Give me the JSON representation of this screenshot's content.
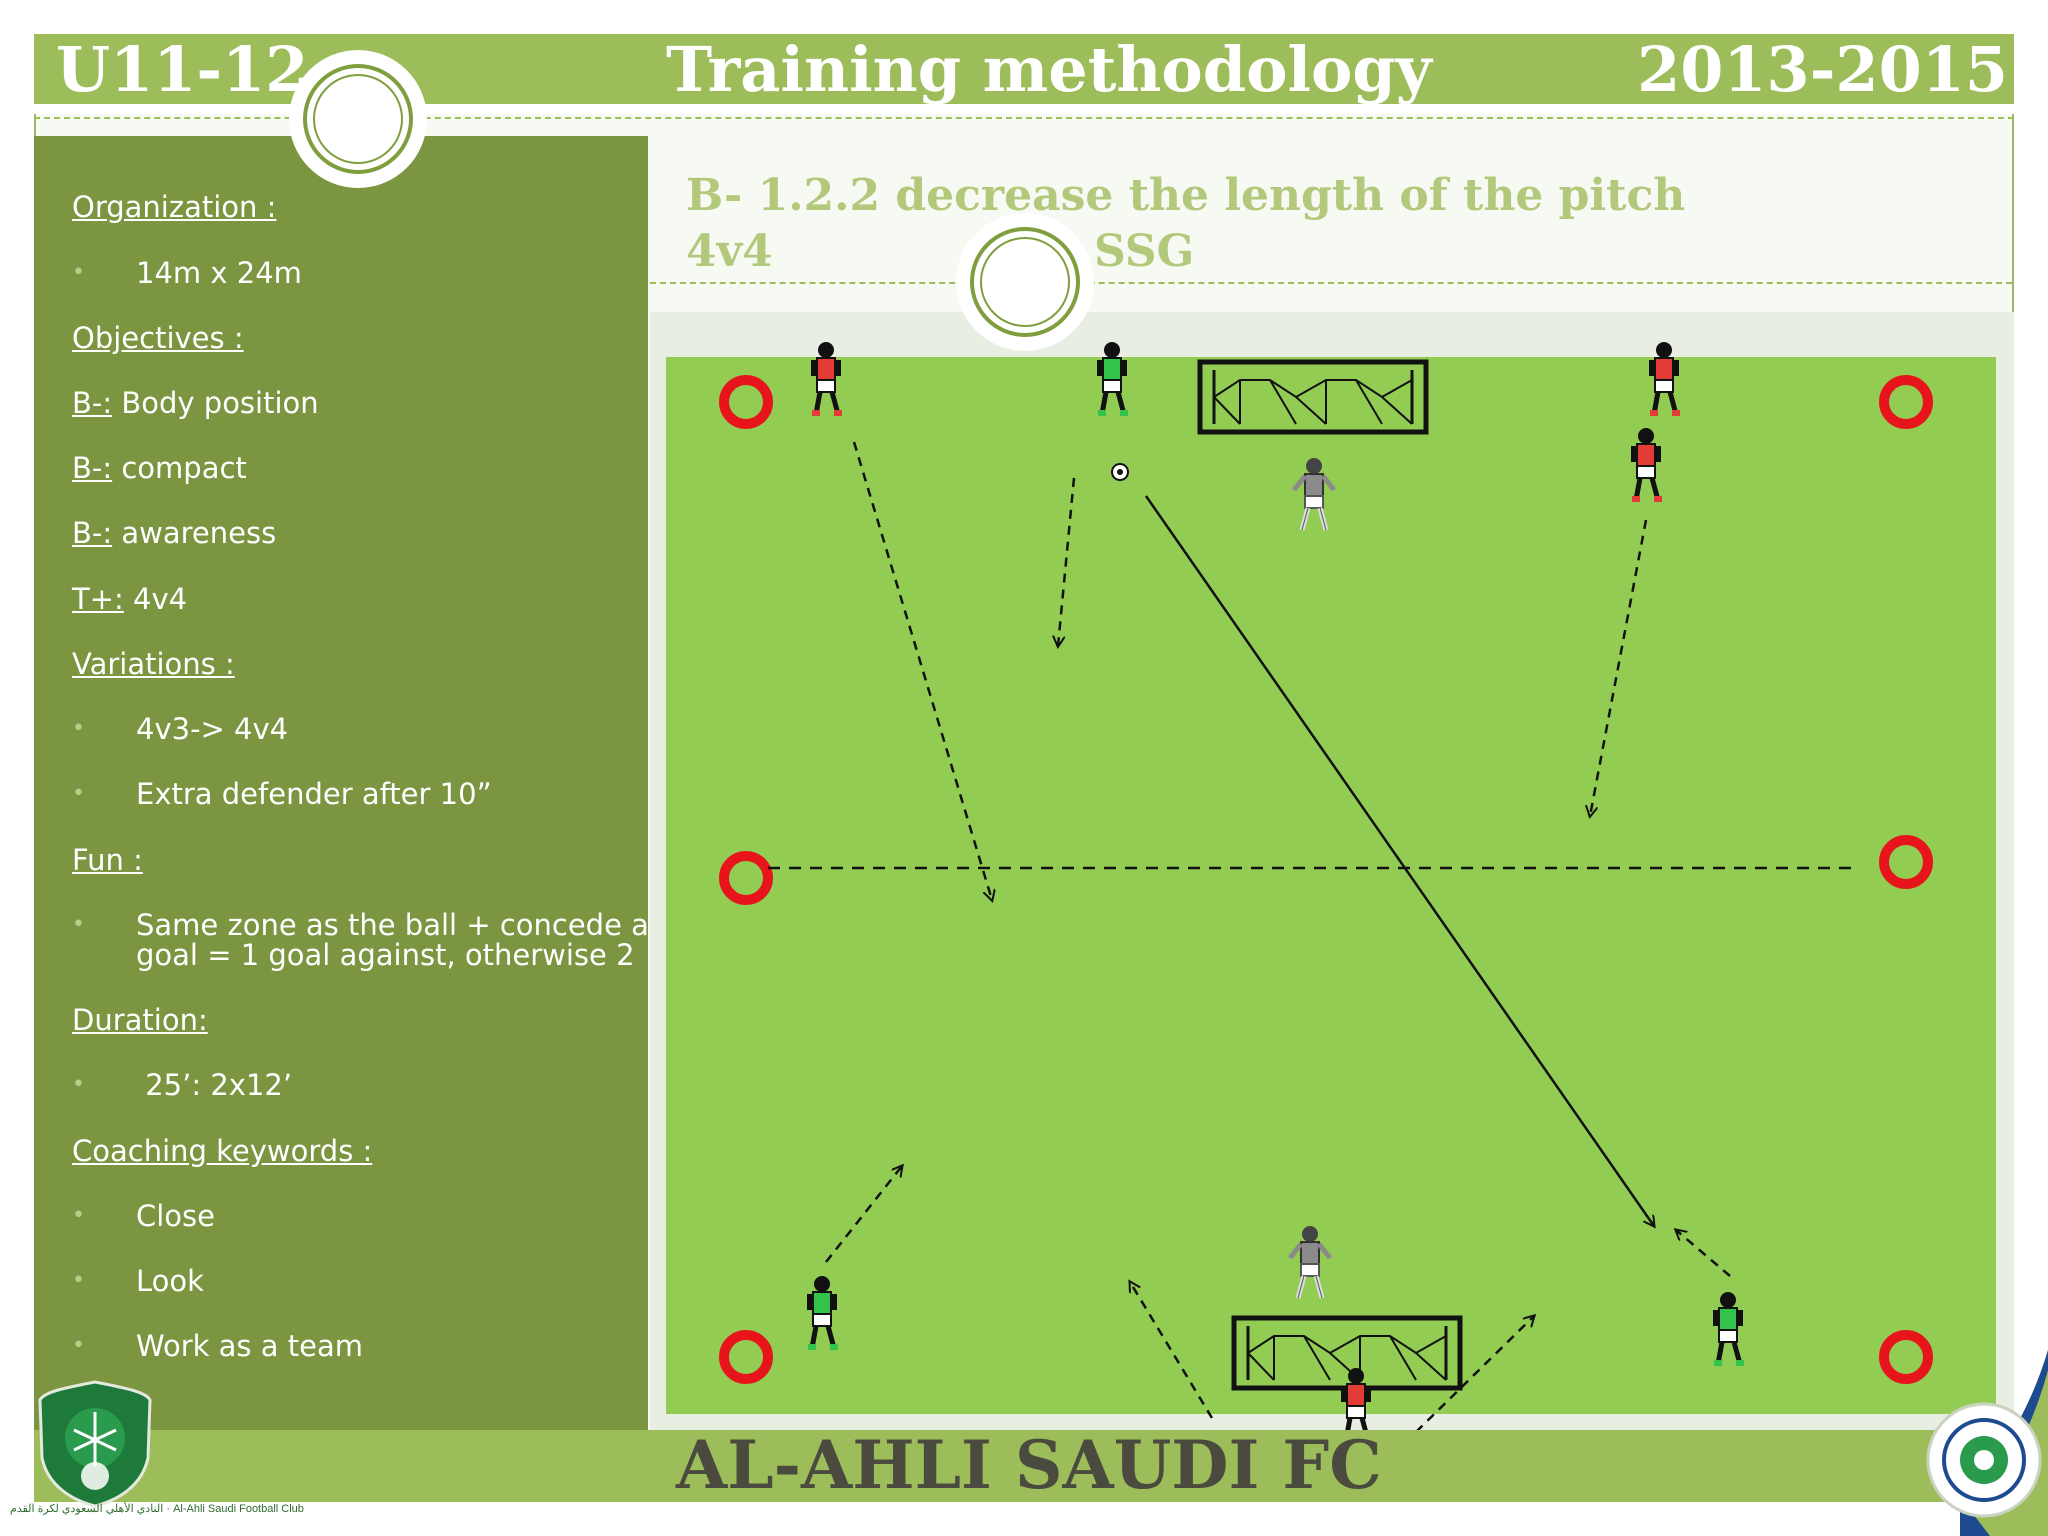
{
  "header": {
    "left": "U11-12",
    "title": "Training methodology",
    "right": "2013-2015"
  },
  "subtitle": {
    "line1": "B- 1.2.2 decrease the length of the pitch",
    "line2a": "4v4",
    "line2b": "SSG"
  },
  "sidebar": {
    "organization": {
      "heading": "Organization :",
      "bullets": [
        "14m x 24m"
      ]
    },
    "objectives": {
      "heading": "Objectives :",
      "items": [
        {
          "prefix": "B-:",
          "text": " Body position"
        },
        {
          "prefix": "B-:",
          "text": " compact"
        },
        {
          "prefix": "B-:",
          "text": " awareness"
        },
        {
          "prefix": "T+:",
          "text": " 4v4"
        }
      ]
    },
    "variations": {
      "heading": "Variations :",
      "bullets": [
        "4v3-> 4v4",
        "Extra defender after 10”"
      ]
    },
    "fun": {
      "heading": "Fun :",
      "bullets": [
        "Same zone as the ball + concede a",
        "goal = 1 goal against, otherwise 2"
      ]
    },
    "duration": {
      "heading": "Duration:",
      "bullets": [
        " 25’: 2x12’"
      ]
    },
    "coaching": {
      "heading": "Coaching keywords :",
      "bullets": [
        "Close",
        "Look",
        "Work as a team"
      ]
    },
    "bullet_glyph": "•"
  },
  "footer": {
    "club": "AL-AHLI SAUDI FC",
    "logo_caption": "النادي الأهلي السعودي لكرة القدم · Al-Ahli Saudi Football Club"
  },
  "colors": {
    "banner": "#9cbd5a",
    "sidebar": "#7b9540",
    "pitch": "#92cc52",
    "cone": "#e8141c",
    "team_red": "#e33b35",
    "team_green": "#33c24a",
    "goalkeeper": "#8a8a8a"
  },
  "pitch": {
    "cones": [
      "cone-top-left",
      "cone-top-right",
      "cone-middle-left",
      "cone-middle-right",
      "cone-bottom-left",
      "cone-bottom-right"
    ],
    "players": [
      {
        "team": "red",
        "role": "attacker-top-left"
      },
      {
        "team": "green",
        "role": "defender-top-center"
      },
      {
        "team": "red",
        "role": "attacker-top-right-1"
      },
      {
        "team": "red",
        "role": "attacker-top-right-2"
      },
      {
        "team": "grey",
        "role": "goalkeeper-top"
      },
      {
        "team": "grey",
        "role": "goalkeeper-bottom"
      },
      {
        "team": "green",
        "role": "defender-bottom-left"
      },
      {
        "team": "green",
        "role": "defender-bottom-right"
      },
      {
        "team": "red",
        "role": "attacker-bottom-center"
      }
    ],
    "goals": [
      "goal-top",
      "goal-bottom"
    ],
    "ball": "ball-icon"
  }
}
